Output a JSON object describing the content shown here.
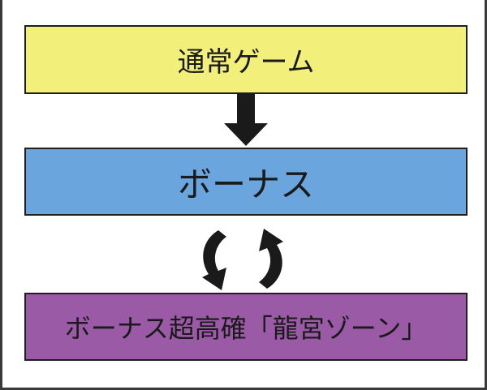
{
  "boxes": {
    "normal_game": {
      "label": "通常ゲーム",
      "color": "#f2ef7a"
    },
    "bonus": {
      "label": "ボーナス",
      "color": "#6aa6dd"
    },
    "ryugu_zone": {
      "label": "ボーナス超高確「龍宮ゾーン」",
      "color": "#9a5aa6"
    }
  },
  "colors": {
    "border": "#1f1f1f",
    "arrow": "#1a1a1a",
    "frame": "#3a3a3a"
  },
  "icons": {
    "down_arrow": "arrow-down-icon",
    "cycle_arrows": "cycle-arrows-icon"
  }
}
